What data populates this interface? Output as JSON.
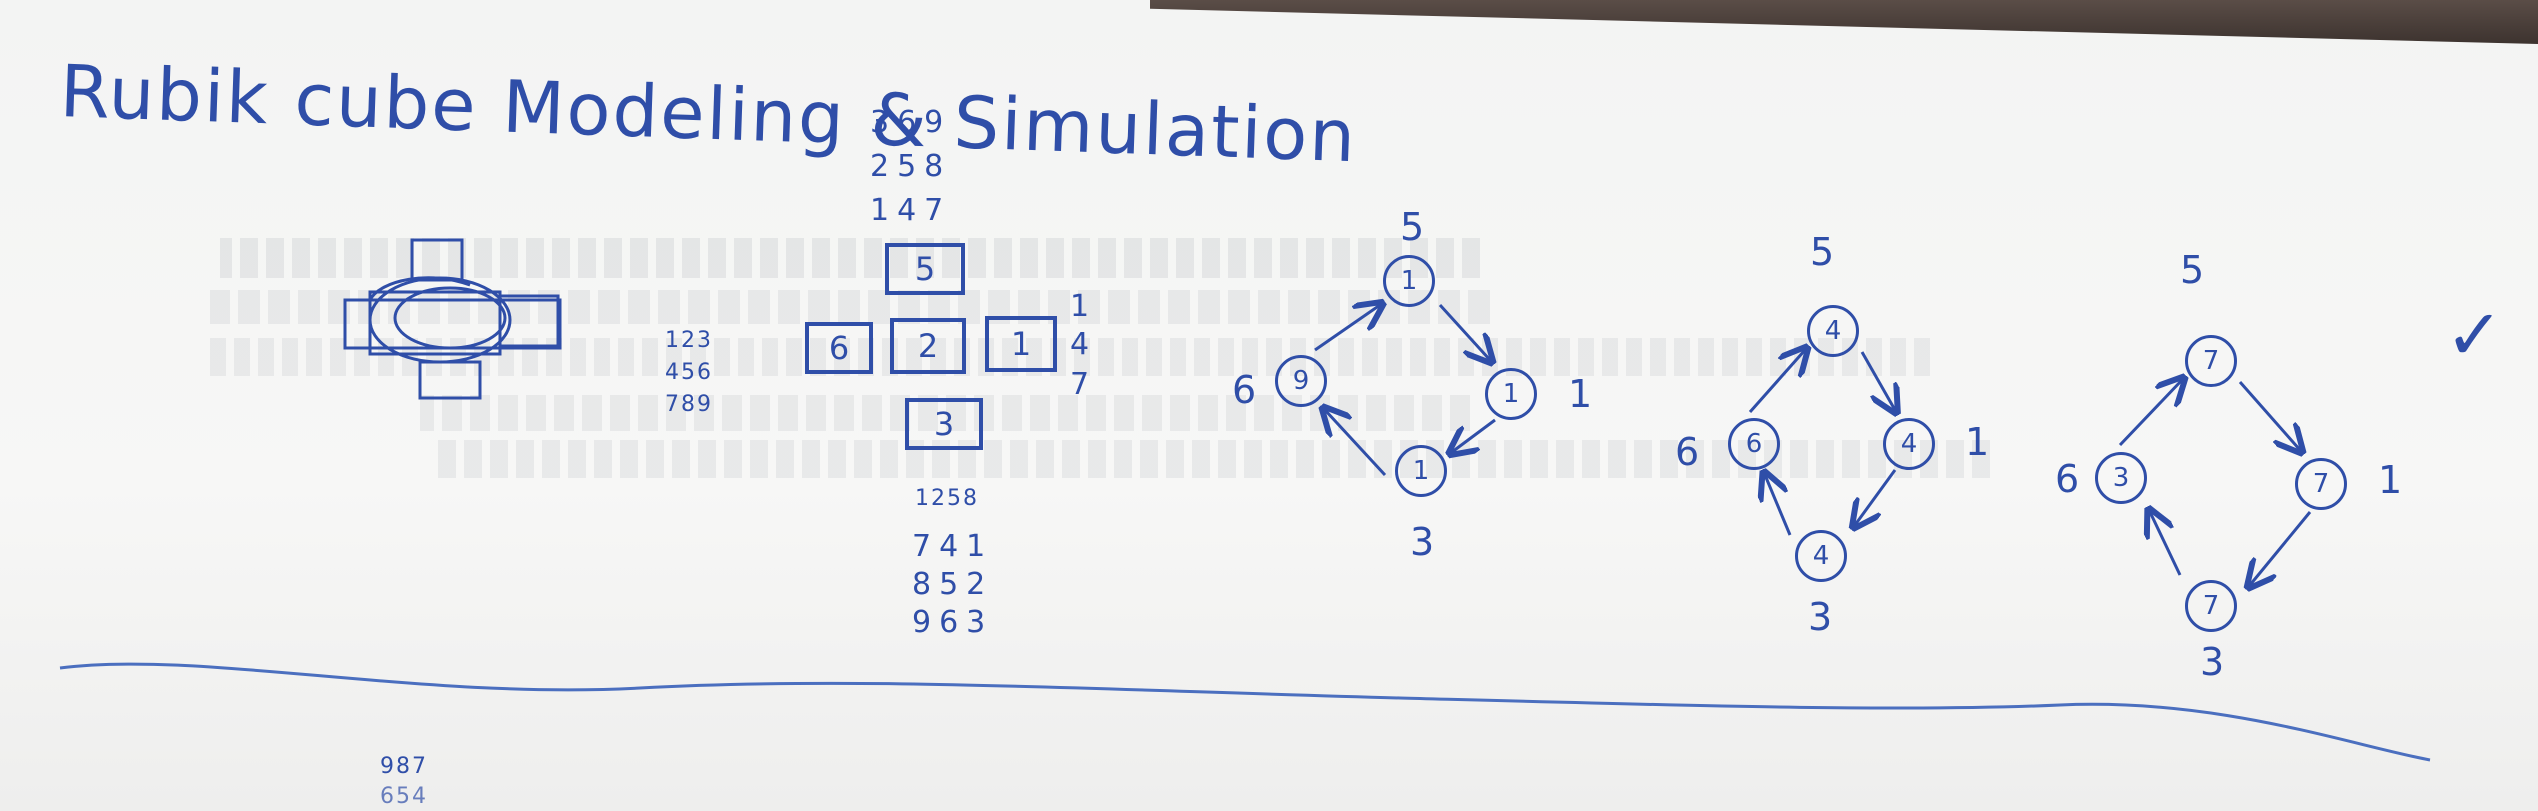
{
  "title": "Rubik cube Modeling & Simulation",
  "mini_rows": [
    "369",
    "258",
    "147"
  ],
  "face_grid": [
    "123",
    "456",
    "789"
  ],
  "net": {
    "top": "5",
    "left": "6",
    "center": "2",
    "right": "1",
    "bottom": "3",
    "right_column": [
      "1",
      "4",
      "7"
    ]
  },
  "bottom_rows": [
    "741",
    "852",
    "963"
  ],
  "bottom_header": "1258",
  "footer_rows": [
    "987",
    "654"
  ],
  "trees": [
    {
      "top": "5",
      "root": "1",
      "left_label": "6",
      "left": "9",
      "right": "1",
      "right_label": "1",
      "bottom": "1",
      "bottom_label": "3"
    },
    {
      "top": "5",
      "root": "4",
      "left_label": "6",
      "left": "6",
      "right": "4",
      "right_label": "1",
      "bottom": "4",
      "bottom_label": "3"
    },
    {
      "top": "5",
      "root": "7",
      "left_label": "6",
      "left": "3",
      "right": "7",
      "right_label": "1",
      "bottom": "7",
      "bottom_label": "3"
    }
  ],
  "check": "✓",
  "colors": {
    "ink": "#2f4ea8"
  }
}
